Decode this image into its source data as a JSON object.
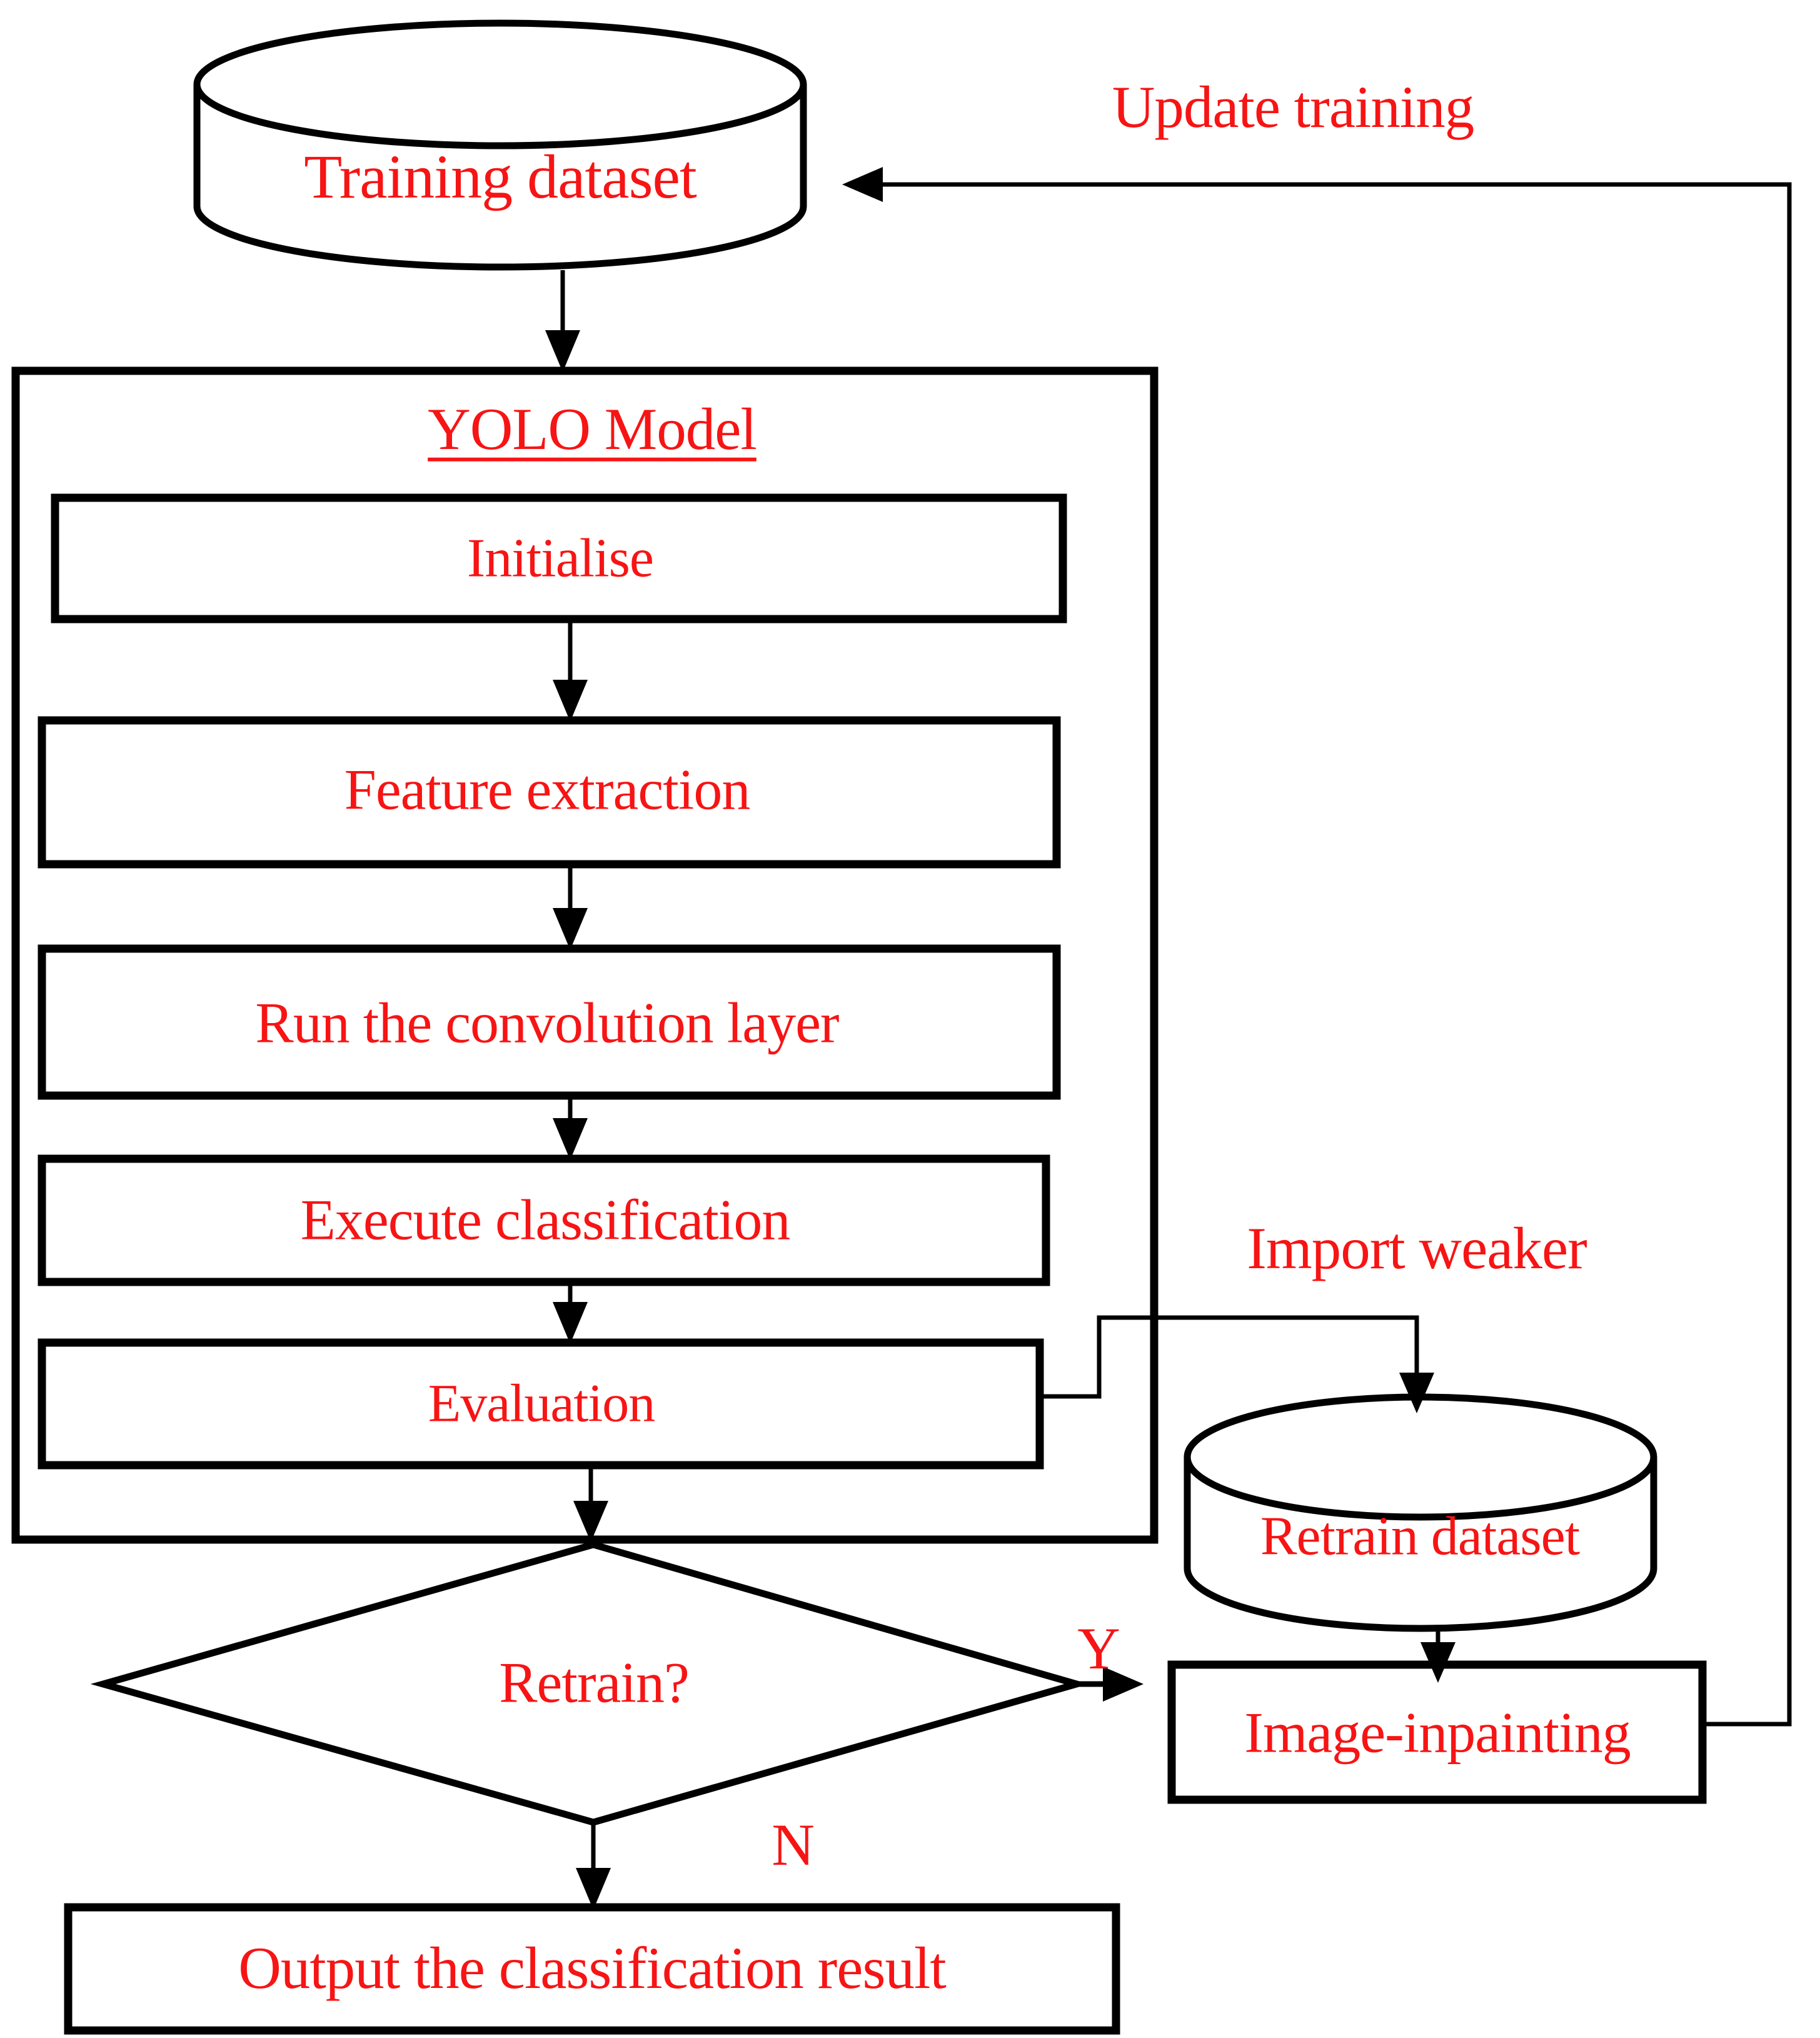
{
  "figure": {
    "type": "flowchart",
    "colors": {
      "text": "#F71414",
      "line": "#000000",
      "background": "#FFFFFF"
    },
    "nodes": {
      "training_dataset": {
        "label": "Training dataset",
        "shape": "database-cylinder"
      },
      "yolo_model": {
        "label": "YOLO Model",
        "shape": "container-box"
      },
      "initialise": {
        "label": "Initialise",
        "shape": "process-box"
      },
      "feature_extraction": {
        "label": "Feature extraction",
        "shape": "process-box"
      },
      "run_convolution_layer": {
        "label": "Run the convolution layer",
        "shape": "process-box"
      },
      "execute_classification": {
        "label": "Execute classification",
        "shape": "process-box"
      },
      "evaluation": {
        "label": "Evaluation",
        "shape": "process-box"
      },
      "retrain_decision": {
        "label": "Retrain?",
        "shape": "decision-diamond"
      },
      "retrain_dataset": {
        "label": "Retrain dataset",
        "shape": "database-cylinder"
      },
      "image_inpainting": {
        "label": "Image-inpainting",
        "shape": "process-box"
      },
      "output_result": {
        "label": "Output the classification result",
        "shape": "process-box"
      }
    },
    "edge_labels": {
      "update_training": "Update training",
      "import_weaker": "Import weaker",
      "yes": "Y",
      "no": "N"
    }
  }
}
